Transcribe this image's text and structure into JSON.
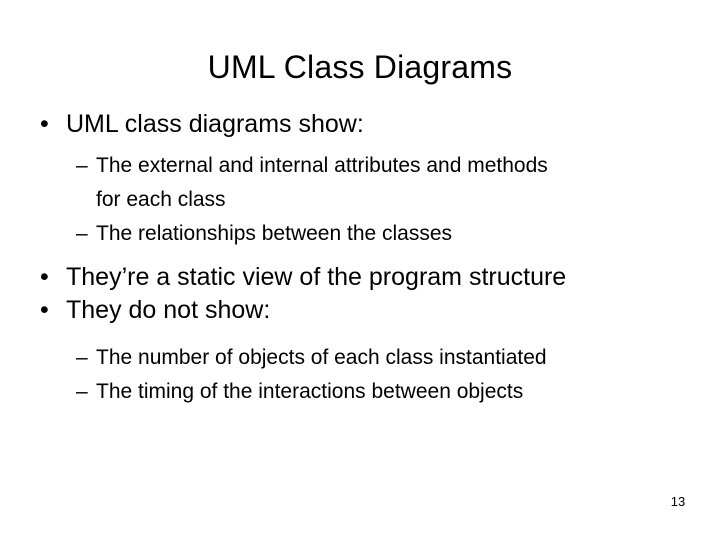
{
  "slide": {
    "title": "UML Class Diagrams",
    "page_number": "13",
    "background_color": "#ffffff",
    "text_color": "#000000",
    "bullet_marker_level1": "•",
    "bullet_marker_level2": "–",
    "content": [
      {
        "level": 1,
        "text": "UML class diagrams show:"
      },
      {
        "level": 2,
        "text": "The external and internal attributes and methods",
        "continuation": "for each class"
      },
      {
        "level": 2,
        "text": "The relationships between the classes"
      },
      {
        "level": 1,
        "text": "They’re a static view of the program structure"
      },
      {
        "level": 1,
        "text": "They do not show:"
      },
      {
        "level": 2,
        "text": "The number of objects of each class instantiated"
      },
      {
        "level": 2,
        "text": "The timing of the interactions between objects"
      }
    ]
  }
}
